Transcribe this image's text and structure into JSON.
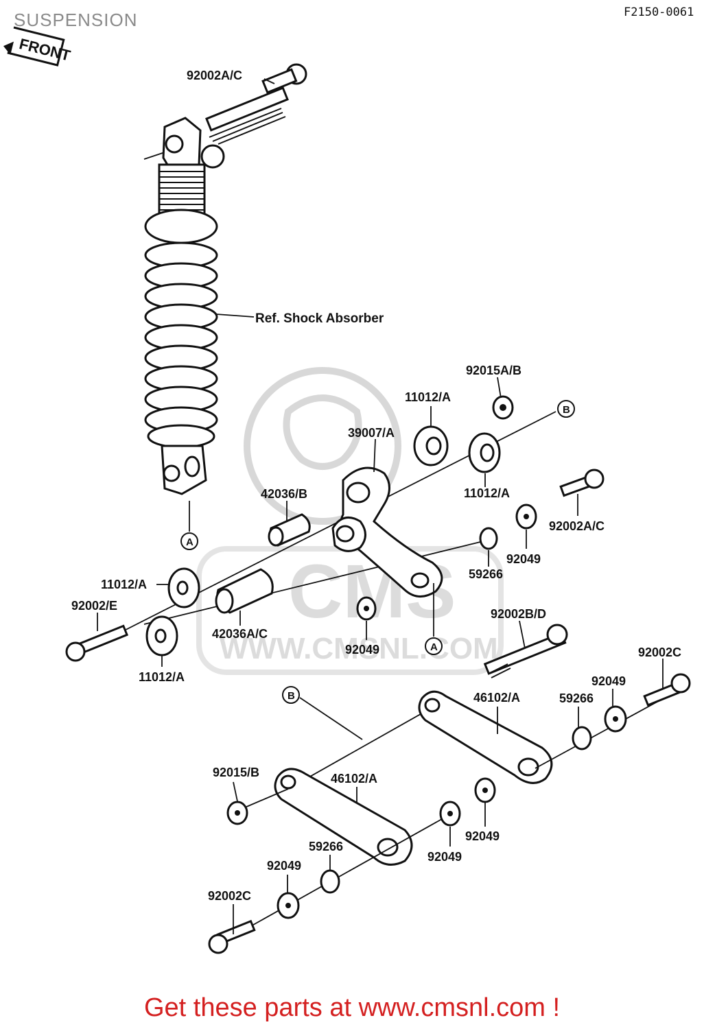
{
  "header": {
    "title": "SUSPENSION",
    "drawing_code": "F2150-0061",
    "front_label": "FRONT"
  },
  "watermark": {
    "logo_text": "CMS",
    "url_text": "WWW.CMSNL.COM"
  },
  "reference": {
    "shock_label": "Ref. Shock Absorber"
  },
  "markers": {
    "a": "A",
    "b": "B"
  },
  "parts": {
    "p92002AC_top": "92002A/C",
    "p92015AB": "92015A/B",
    "p11012A_1": "11012/A",
    "p39007A": "39007/A",
    "p11012A_2": "11012/A",
    "p42036B": "42036/B",
    "p92002AC_right": "92002A/C",
    "p92049_1": "92049",
    "p59266_1": "59266",
    "p11012A_3": "11012/A",
    "p92002E": "92002/E",
    "p42036AC": "42036A/C",
    "p92049_2": "92049",
    "p11012A_4": "11012/A",
    "p92002BD": "92002B/D",
    "p92002C_right": "92002C",
    "p92049_3": "92049",
    "p46102A_1": "46102/A",
    "p59266_2": "59266",
    "p92015B": "92015/B",
    "p46102A_2": "46102/A",
    "p59266_3": "59266",
    "p92049_4": "92049",
    "p92049_5": "92049",
    "p92049_6": "92049",
    "p92002C_left": "92002C"
  },
  "footer": {
    "cta": "Get these parts at www.cmsnl.com !"
  }
}
